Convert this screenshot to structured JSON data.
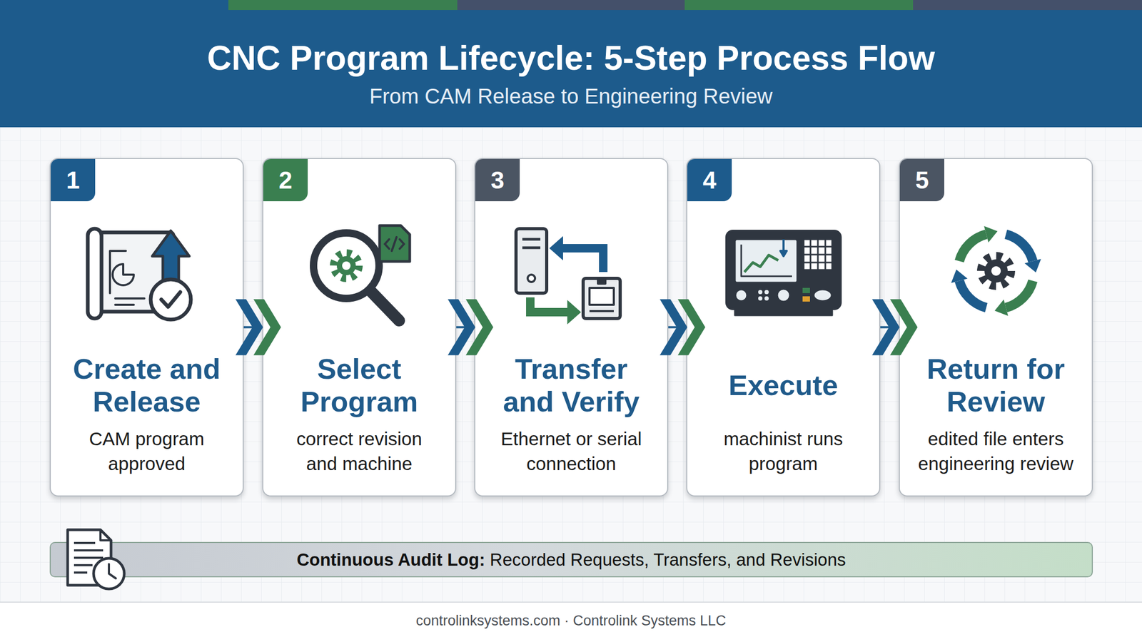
{
  "diagram": {
    "title": "CNC Program Lifecycle: 5-Step Process Flow",
    "caption": "controlinksystems.com · Controlink Systems LLC",
    "nodes": [
      {
        "text": [
          "1",
          "Create and Release",
          "CAM program approved"
        ]
      },
      {
        "text": [
          "2",
          "Select Program",
          "correct revision and machine"
        ]
      },
      {
        "text": [
          "3",
          "Transfer and Verify",
          "Ethernet or serial connection"
        ]
      },
      {
        "text": [
          "4",
          "Execute",
          "machinist runs program"
        ]
      },
      {
        "text": [
          "5",
          "Return for Review",
          "edited file enters engineering review"
        ]
      },
      {
        "text": [
          "Continuous Audit Log:",
          "Recorded Requests, Transfers, and Revisions"
        ]
      }
    ],
    "edges": [
      {
        "from": 0,
        "to": 1,
        "arrow": "to"
      },
      {
        "from": 1,
        "to": 2,
        "arrow": "to"
      },
      {
        "from": 2,
        "to": 3,
        "arrow": "to"
      },
      {
        "from": 3,
        "to": 4,
        "arrow": "to"
      }
    ],
    "labels": [
      "From CAM Release to Engineering Review"
    ]
  }
}
